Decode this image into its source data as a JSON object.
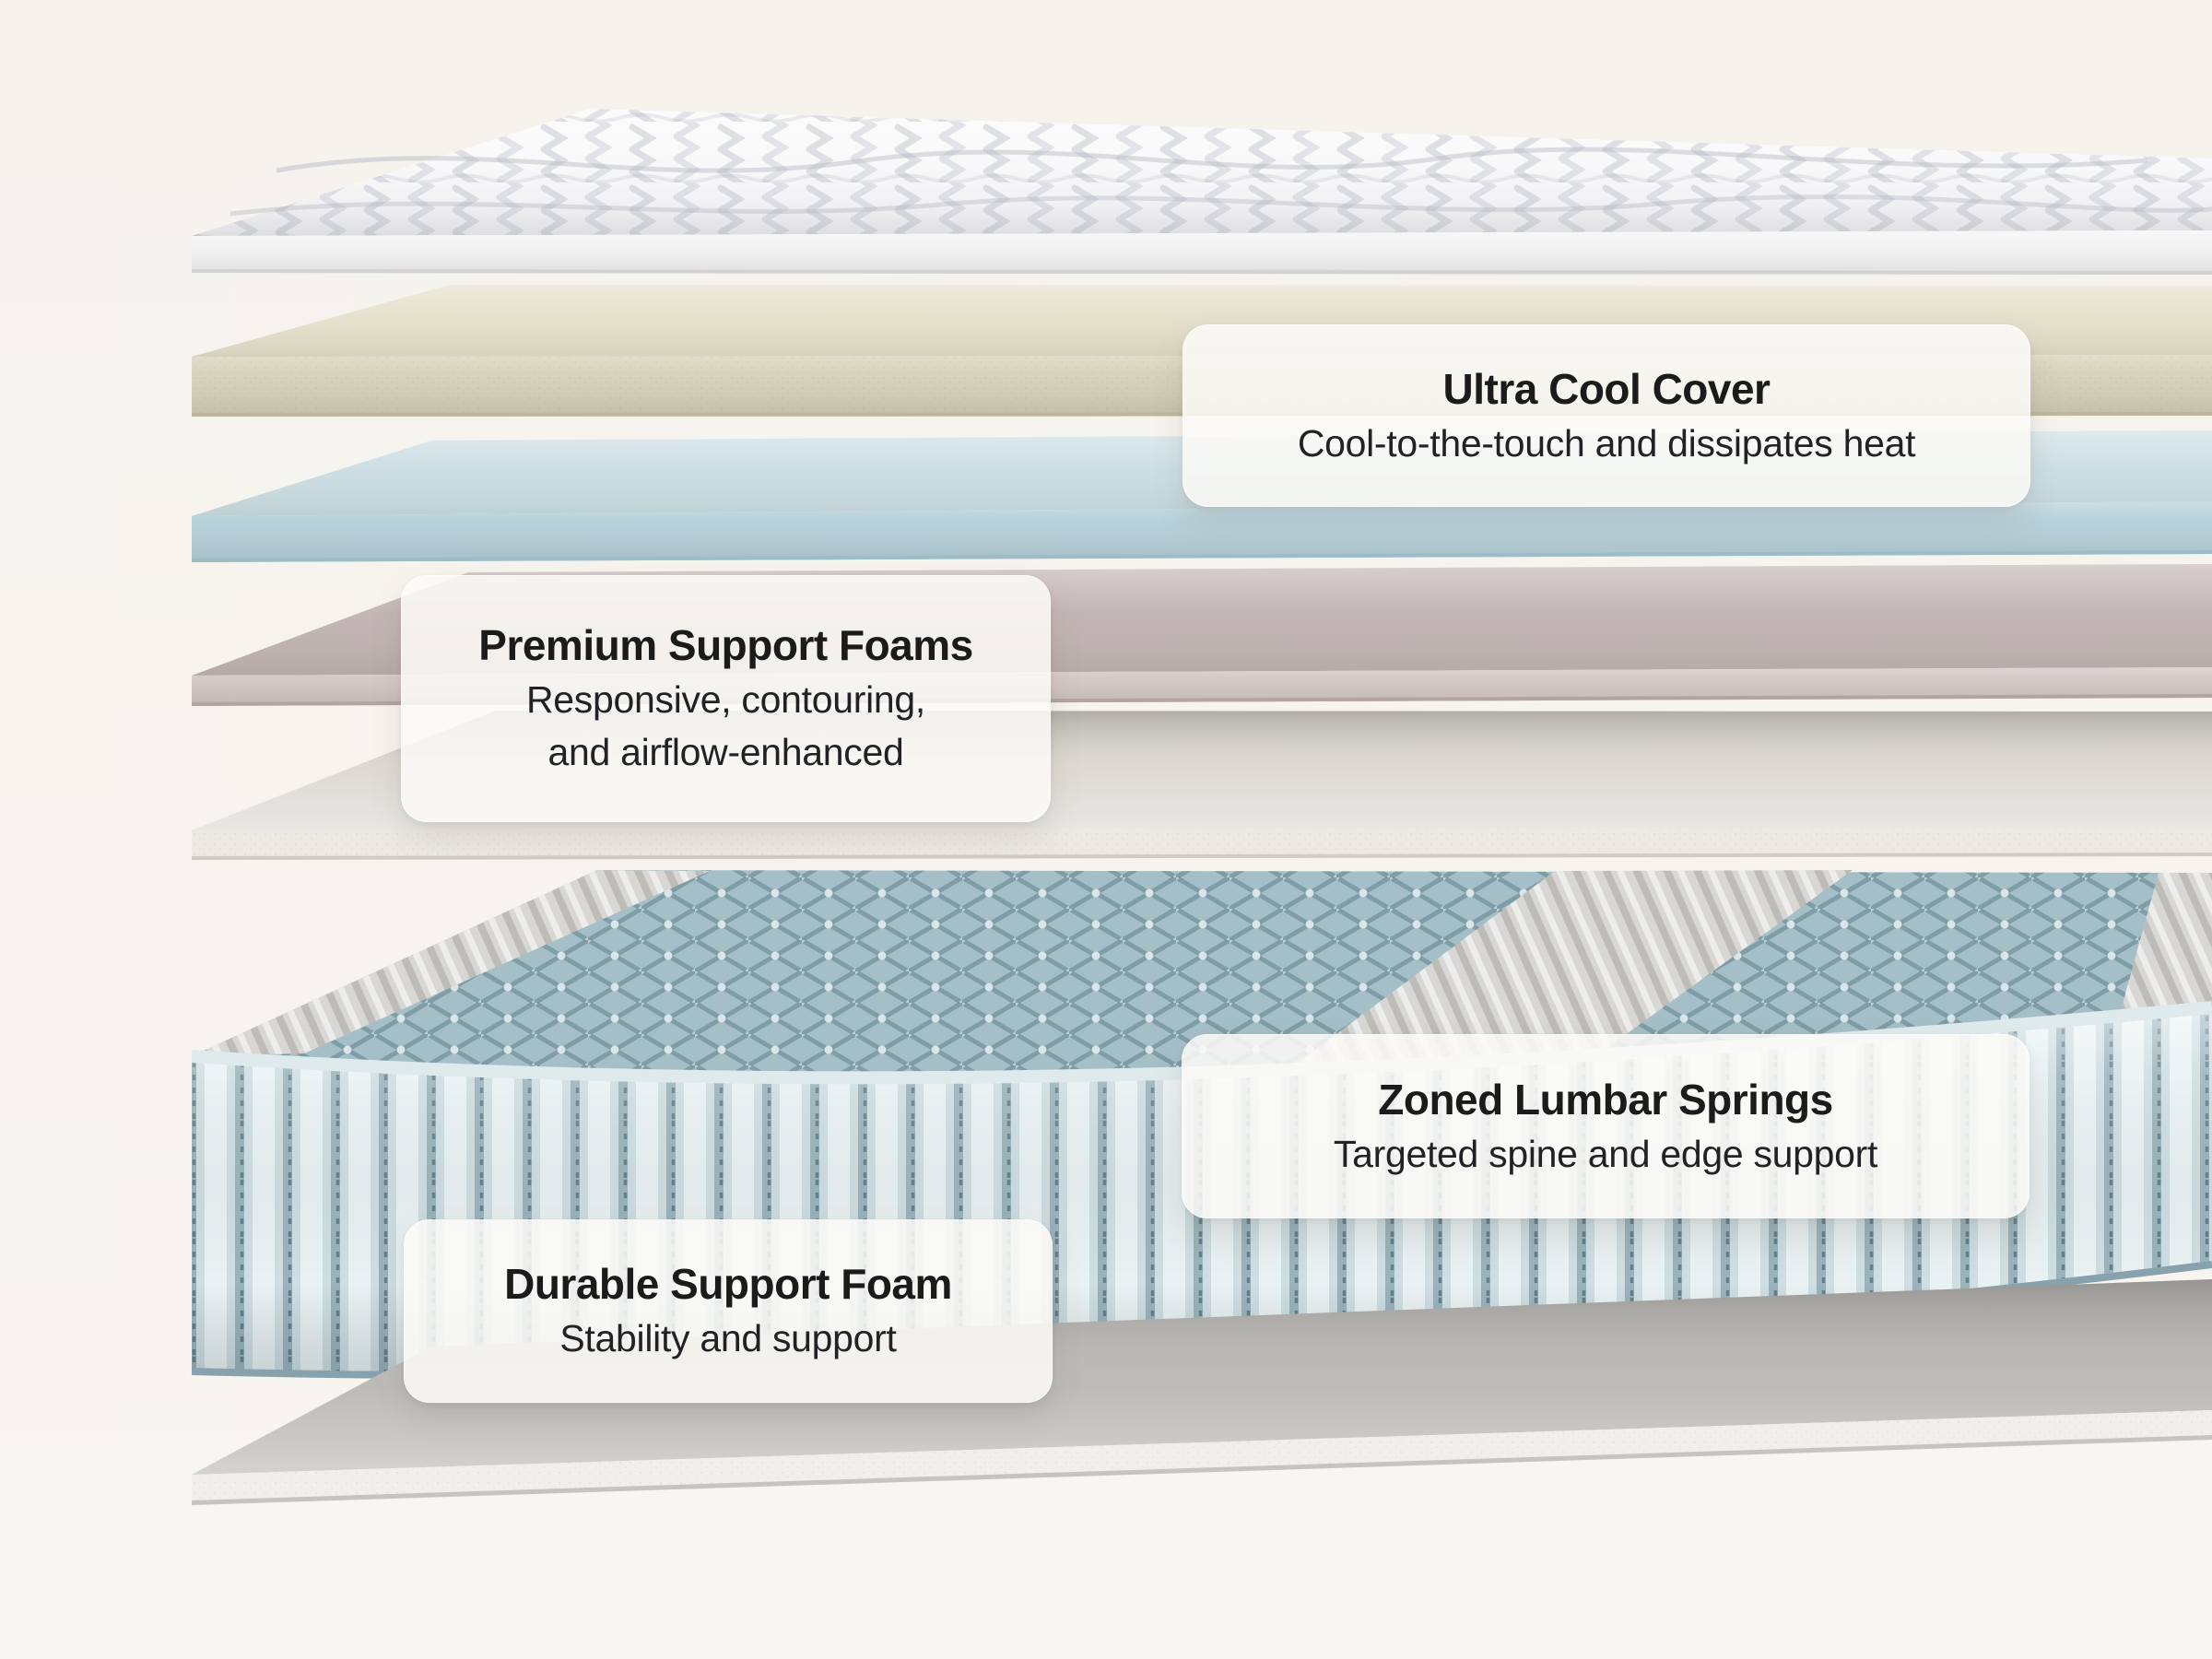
{
  "page": {
    "background": "#f7f4ef",
    "description_not_shown": ""
  },
  "labels": {
    "ultra_cool_cover": {
      "title": "Ultra Cool Cover",
      "subtitle": "Cool-to-the-touch and dissipates heat"
    },
    "premium_support_foams": {
      "title": "Premium Support Foams",
      "subtitle_line1": "Responsive, contouring,",
      "subtitle_line2": "and airflow-enhanced"
    },
    "zoned_lumbar_springs": {
      "title": "Zoned Lumbar Springs",
      "subtitle": "Targeted spine and edge support"
    },
    "durable_support_foam": {
      "title": "Durable Support Foam",
      "subtitle": "Stability and support"
    }
  },
  "label_style": {
    "background": "rgba(251,250,247,0.86)",
    "text_color": "#1b1b1b"
  },
  "layers": {
    "cover": {
      "top_color": "#fbfbfc",
      "front_color": "#f4f4f5",
      "edge_color": "#d2d2d4"
    },
    "beige_foam": {
      "top_color": "#e3dfca",
      "front_color": "#d5d0b6",
      "edge_color": "#bcb79c"
    },
    "blue_foam": {
      "top_color": "#cadde2",
      "front_color": "#b4cfd8",
      "edge_color": "#9cbcc7"
    },
    "mauve_foam": {
      "top_color": "#c0b2b0",
      "front_color": "#d2c5c2",
      "edge_color": "#b2a4a2",
      "highlight": "#e0d6d4"
    },
    "thin_gray_sheet": {
      "top_color": "#dcd9d2",
      "front_color": "#ebe9e2",
      "edge_color": "#cfccc4"
    },
    "springs": {
      "top_color": "#a4bfc7",
      "front_color": "#c9dade",
      "zone_color": "#d8d7d3",
      "seam_color": "#7e9da8",
      "edge_highlight": "#dfeaec",
      "bottom_shadow": "#87a2ad"
    },
    "base_foam": {
      "top_color": "#b9b7b3",
      "front_color": "#f0efeb",
      "edge_color": "#c6c4bf"
    }
  }
}
